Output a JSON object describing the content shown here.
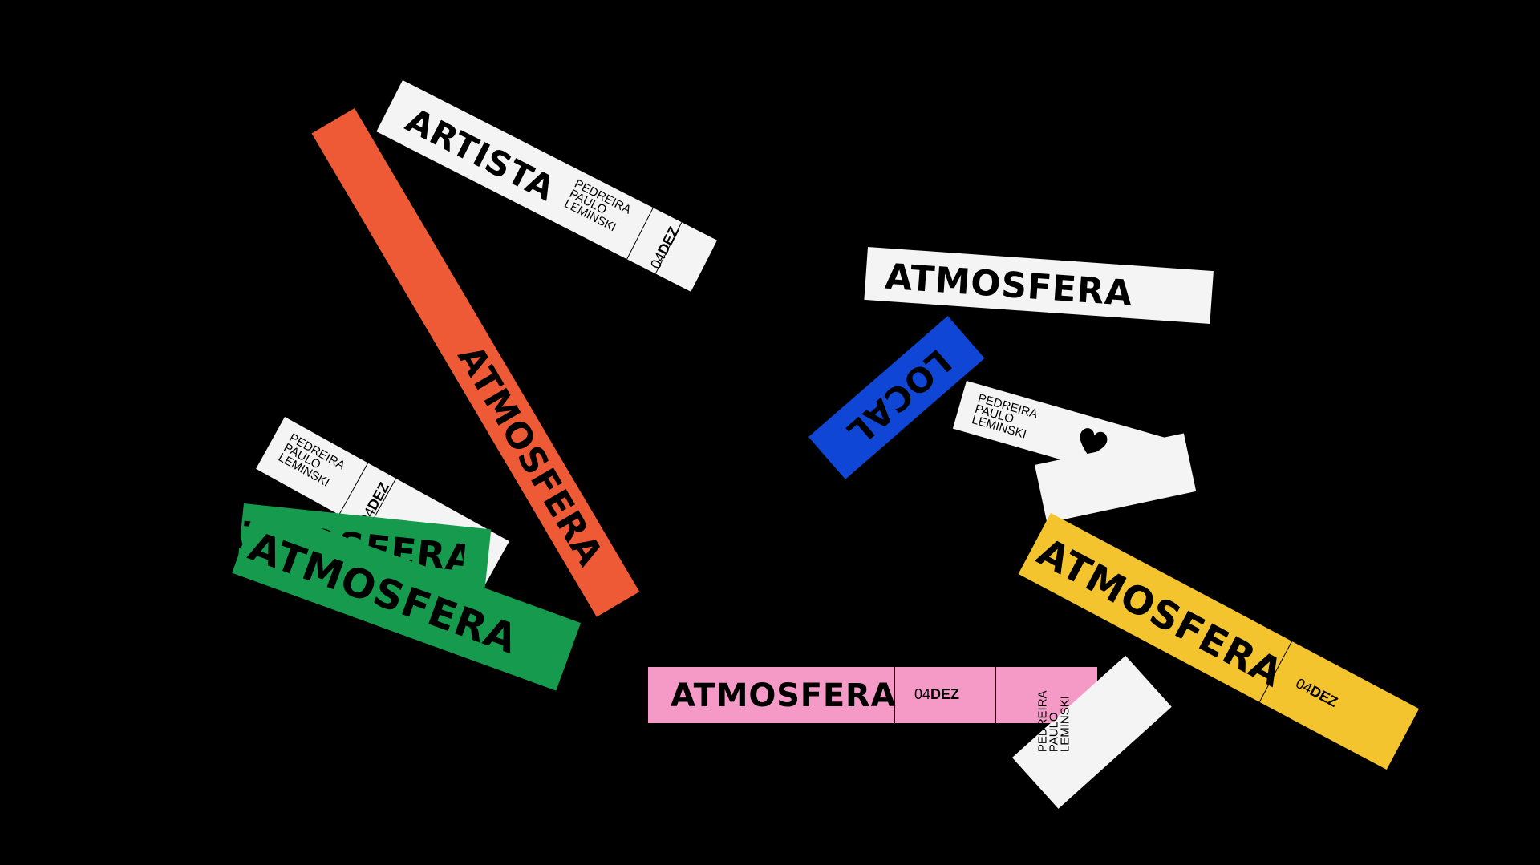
{
  "brand": "ATMOSFERA",
  "labels": {
    "artista": "ARTISTA",
    "local": "LOCAL"
  },
  "venue": {
    "line1": "PEDREIRA",
    "line2": "PAULO",
    "line3": "LEMINSKI"
  },
  "date": {
    "day": "04",
    "month": "DEZ"
  },
  "colors": {
    "background": "#000000",
    "orange": "#EE5A36",
    "white": "#F4F4F4",
    "blue": "#1046D6",
    "green": "#159A4E",
    "pink": "#F59AC7",
    "yellow": "#F4C42E"
  }
}
